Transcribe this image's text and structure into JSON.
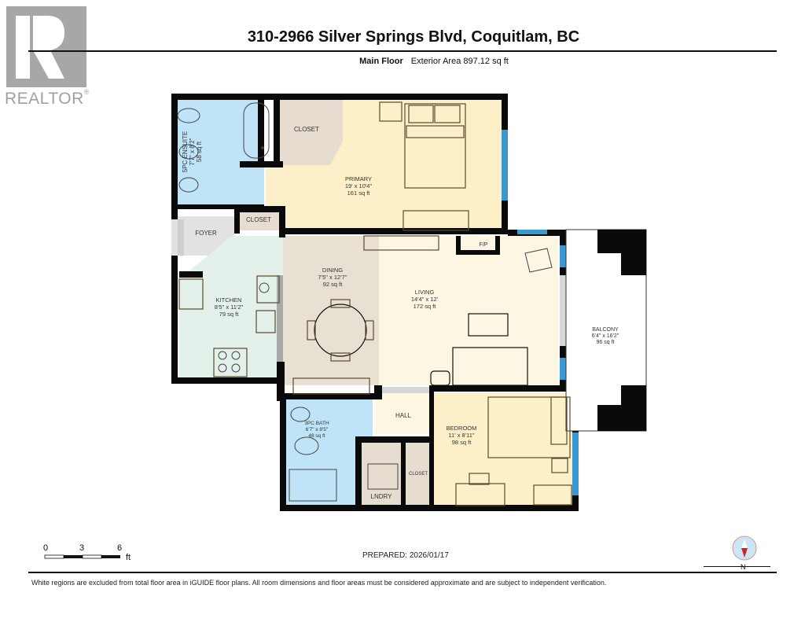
{
  "logo": {
    "text": "REALTOR",
    "mark": "®"
  },
  "header": {
    "title": "310-2966 Silver Springs Blvd, Coquitlam, BC",
    "floor": "Main Floor",
    "area": "Exterior Area 897.12 sq ft"
  },
  "rooms": {
    "ensuite": {
      "name": "5PC ENSUITE",
      "dims": "7'7\" x 8'2\"",
      "area": "58 sq ft"
    },
    "closet_primary": {
      "name": "CLOSET"
    },
    "primary": {
      "name": "PRIMARY",
      "dims": "19' x 10'4\"",
      "area": "161 sq ft"
    },
    "foyer": {
      "name": "FOYER"
    },
    "closet_foyer": {
      "name": "CLOSET"
    },
    "kitchen": {
      "name": "KITCHEN",
      "dims": "8'5\" x 11'2\"",
      "area": "79 sq ft"
    },
    "dining": {
      "name": "DINING",
      "dims": "7'5\" x 12'7\"",
      "area": "92 sq ft"
    },
    "living": {
      "name": "LIVING",
      "dims": "14'4\" x 12'",
      "area": "172 sq ft"
    },
    "fp": {
      "name": "F/P"
    },
    "balcony": {
      "name": "BALCONY",
      "dims": "6'4\" x 16'2\"",
      "area": "96 sq ft"
    },
    "bath": {
      "name": "3PC BATH",
      "dims": "6'7\" x 8'5\"",
      "area": "48 sq ft"
    },
    "hall": {
      "name": "HALL"
    },
    "laundry": {
      "name": "LNDRY"
    },
    "closet_bed": {
      "name": "CLOSET"
    },
    "bedroom": {
      "name": "BEDROOM",
      "dims": "11' x 8'11\"",
      "area": "98 sq ft"
    }
  },
  "colors": {
    "wall": "#0a0a0a",
    "bath_blue": "#bfe3f7",
    "bedroom_yellow": "#fdf0c8",
    "living_cream": "#fdf6e3",
    "closet_tan": "#e6ddd0",
    "kitchen_mint": "#e3f1ea",
    "dining_beige": "#e8e0d2",
    "foyer_grey": "#e2e2e2",
    "window_blue": "#3a98d0"
  },
  "scale": {
    "ticks": [
      "0",
      "3",
      "6"
    ],
    "unit": "ft"
  },
  "footer": {
    "prepared": "PREPARED: 2026/01/17",
    "disclaimer": "White regions are excluded from total floor area in iGUIDE floor plans. All room dimensions and floor areas must be considered approximate and are subject to independent verification.",
    "compass_label": "N"
  }
}
